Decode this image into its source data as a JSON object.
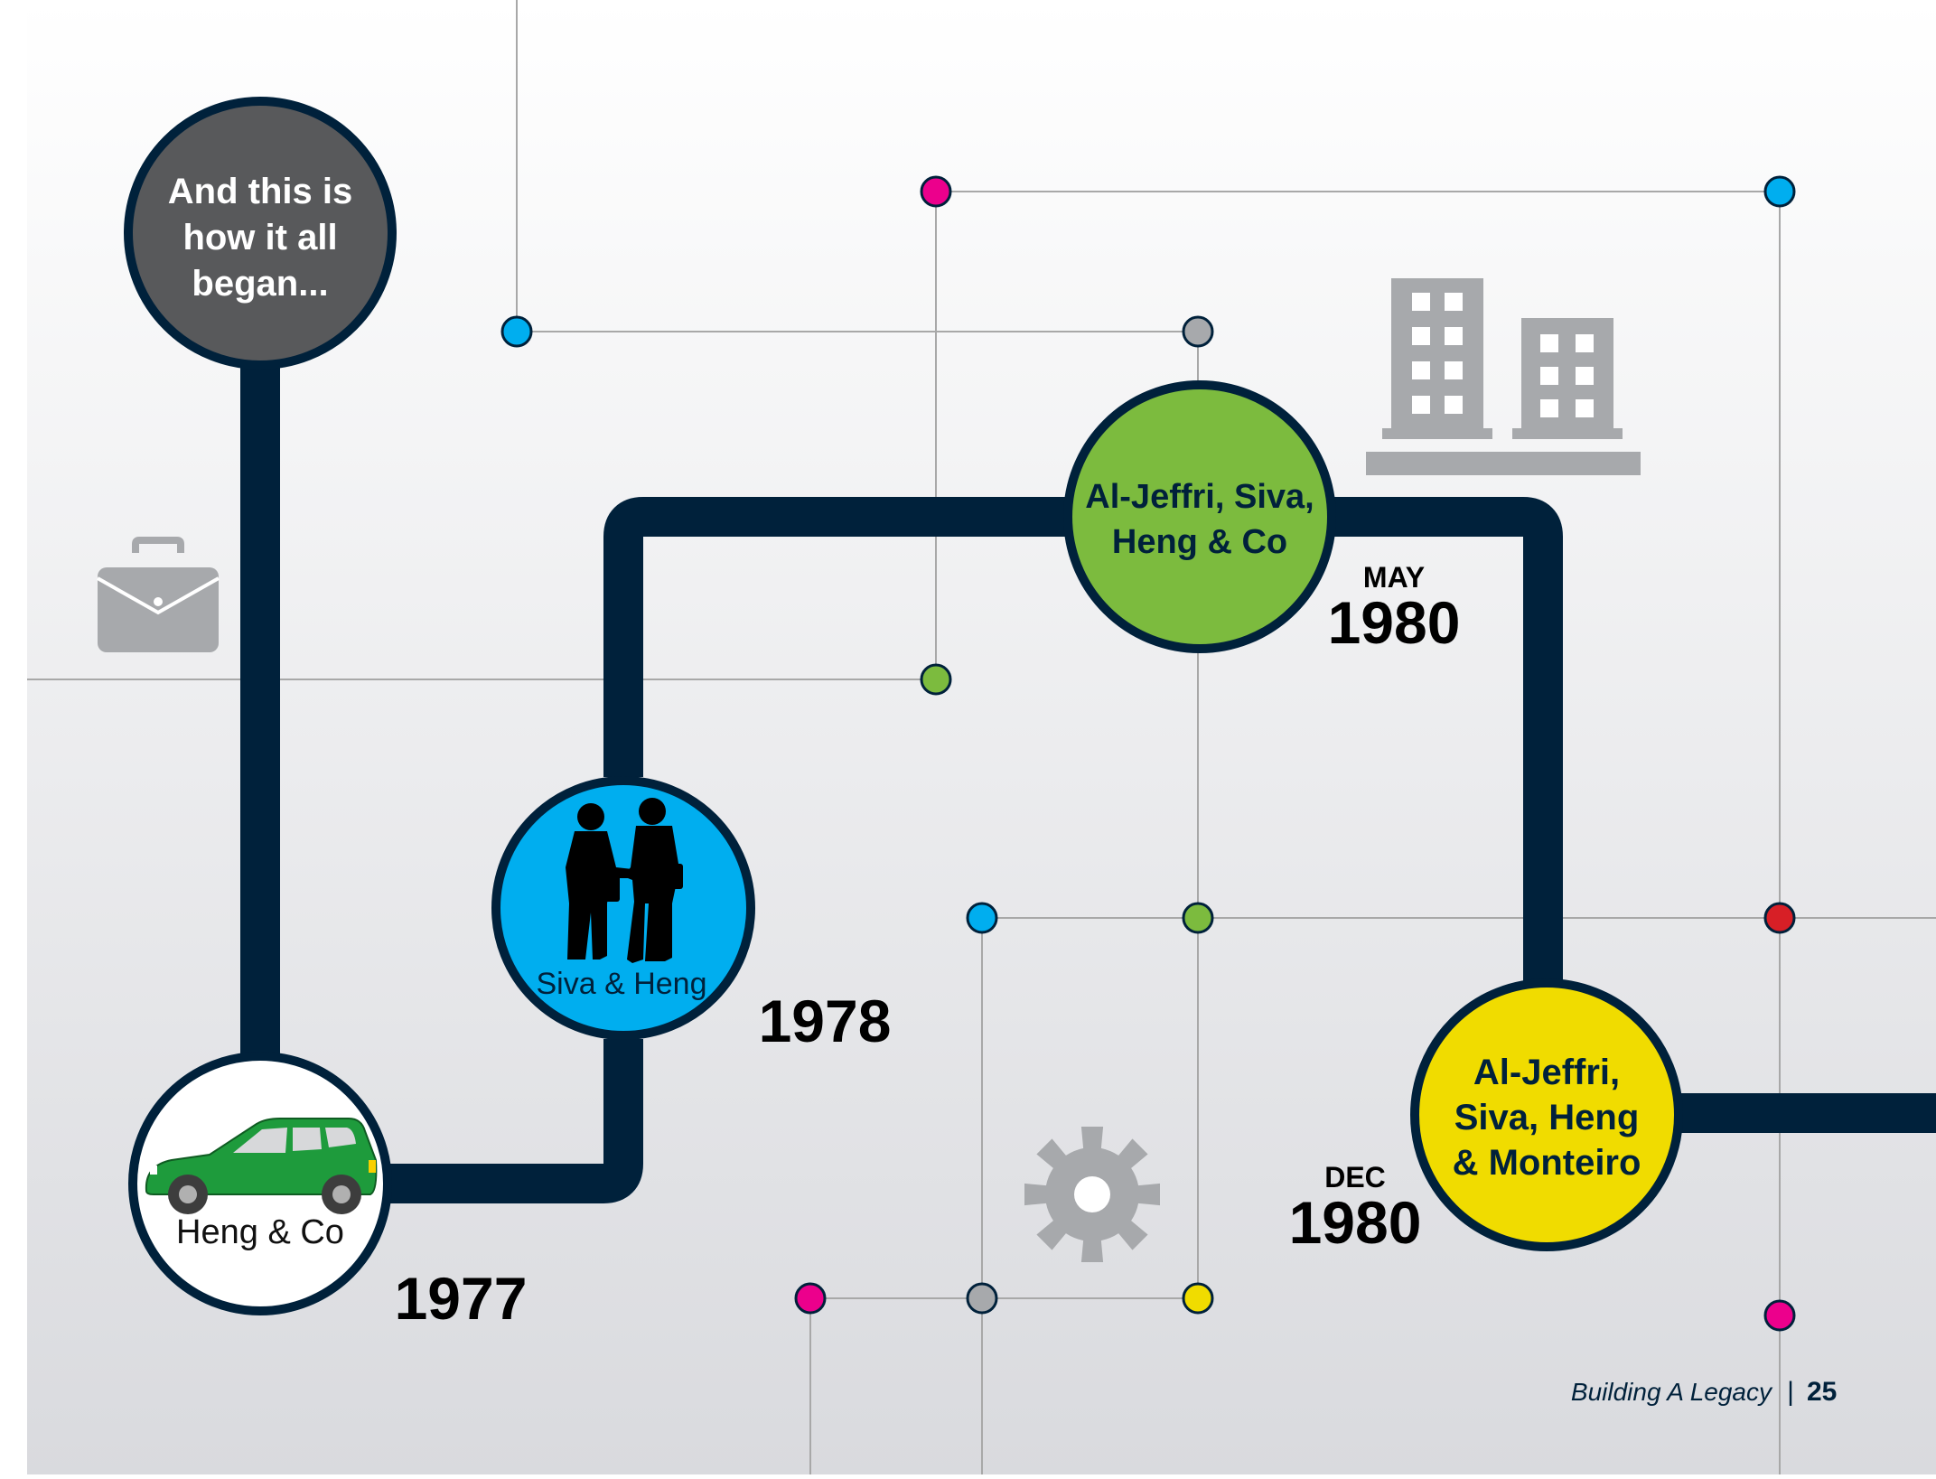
{
  "colors": {
    "track": "#00213b",
    "grid_line": "#a8a8a8",
    "node_intro": "#58595b",
    "node_1978": "#00aeef",
    "node_may1980": "#7cbb3e",
    "node_dec1980": "#f0dc00",
    "node_1977": "#ffffff",
    "icon_gray": "#a7a9ac",
    "dot_magenta": "#ec008c",
    "dot_blue": "#00aeef",
    "dot_gray": "#a7a9ac",
    "dot_green": "#7cbb3e",
    "dot_yellow": "#f0dc00",
    "dot_red": "#d71f26"
  },
  "intro": {
    "line1": "And this is",
    "line2": "how it all",
    "line3": "began..."
  },
  "milestones": [
    {
      "id": "1977",
      "label": "Heng & Co",
      "month": "",
      "year": "1977",
      "icon": "car-icon"
    },
    {
      "id": "1978",
      "label": "Siva & Heng",
      "month": "",
      "year": "1978",
      "icon": "handshake-icon"
    },
    {
      "id": "may1980",
      "label_line1": "Al-Jeffri, Siva,",
      "label_line2": "Heng & Co",
      "month": "MAY",
      "year": "1980",
      "icon": "buildings-icon"
    },
    {
      "id": "dec1980",
      "label_line1": "Al-Jeffri,",
      "label_line2": "Siva, Heng",
      "label_line3": "& Monteiro",
      "month": "DEC",
      "year": "1980",
      "icon": "gear-icon"
    }
  ],
  "decor_icons": [
    "briefcase-icon",
    "buildings-icon",
    "gear-icon"
  ],
  "footer": {
    "title": "Building A Legacy",
    "separator": "|",
    "page": "25"
  }
}
